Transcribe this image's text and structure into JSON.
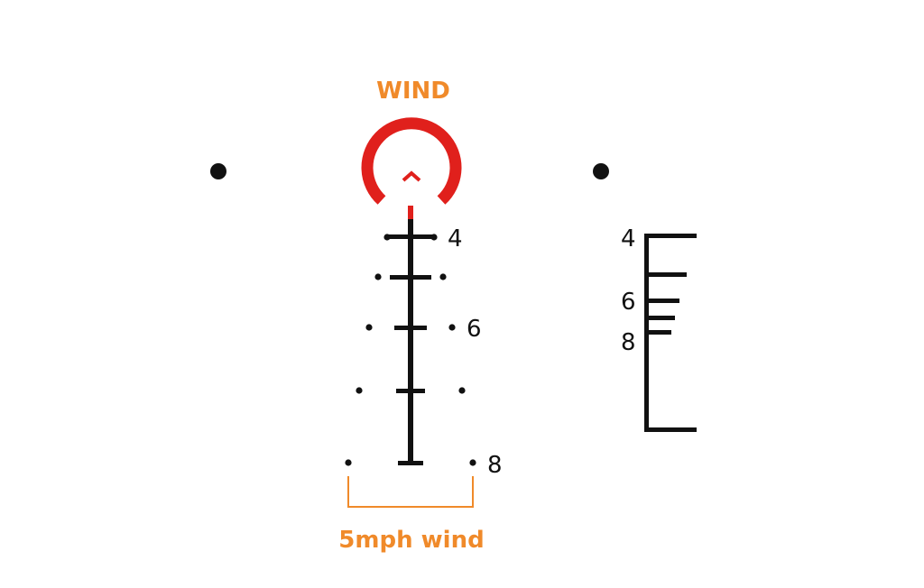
{
  "colors": {
    "background": "#ffffff",
    "reticle": "#111111",
    "illuminated": "#e0201c",
    "annotation": "#f08a2a"
  },
  "reticle": {
    "wind_label": "WIND",
    "marks": {
      "range_4": "4",
      "range_6": "6",
      "range_8": "8"
    },
    "wind_note": "5mph wind"
  },
  "range_scale": {
    "labels": {
      "top": "4",
      "mid": "6",
      "low": "8"
    }
  }
}
